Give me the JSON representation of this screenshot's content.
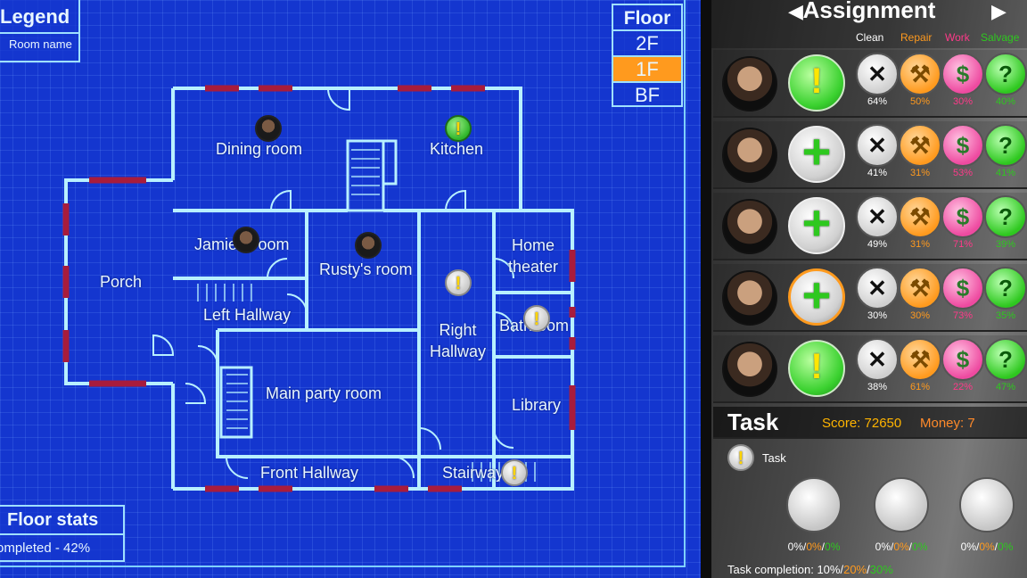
{
  "legend": {
    "title": "Legend",
    "subtitle": "Room name"
  },
  "floor_selector": {
    "title": "Floor",
    "floors": [
      {
        "label": "2F",
        "selected": false
      },
      {
        "label": "1F",
        "selected": true
      },
      {
        "label": "BF",
        "selected": false
      }
    ]
  },
  "floor_stats": {
    "title": "Floor stats",
    "completed": "ompleted - 42%"
  },
  "rooms": {
    "dining": "Dining room",
    "kitchen": "Kitchen",
    "jamie": "Jamie's room",
    "rusty": "Rusty's room",
    "porch": "Porch",
    "left_hallway": "Left Hallway",
    "home_theater": "Home\ntheater",
    "right_hallway": "Right\nHallway",
    "bathroom": "Bathroom",
    "main_party": "Main party room",
    "library": "Library",
    "front_hallway": "Front Hallway",
    "stairway": "Stairway"
  },
  "assignment": {
    "title": "Assignment",
    "prev_icon": "left-arrow-icon",
    "next_icon": "right-arrow-icon",
    "categories": {
      "clean": "Clean",
      "repair": "Repair",
      "work": "Work",
      "salvage": "Salvage"
    },
    "colors": {
      "clean": "#ffffff",
      "repair": "#ff9a1e",
      "work": "#ff3a8a",
      "salvage": "#2ec81f"
    },
    "characters": [
      {
        "action": "alert",
        "clean": "64%",
        "repair": "50%",
        "work": "30%",
        "salvage": "40%"
      },
      {
        "action": "add",
        "clean": "41%",
        "repair": "31%",
        "work": "53%",
        "salvage": "41%"
      },
      {
        "action": "add",
        "clean": "49%",
        "repair": "31%",
        "work": "71%",
        "salvage": "39%"
      },
      {
        "action": "add",
        "clean": "30%",
        "repair": "30%",
        "work": "73%",
        "salvage": "35%"
      },
      {
        "action": "alert",
        "clean": "38%",
        "repair": "61%",
        "work": "22%",
        "salvage": "47%"
      }
    ]
  },
  "task": {
    "title": "Task",
    "score_label": "Score: 72650",
    "money_label": "Money: 7",
    "task_label": "Task",
    "slots": [
      {
        "a": "0%",
        "b": "0%",
        "c": "0%"
      },
      {
        "a": "0%",
        "b": "0%",
        "c": "0%"
      },
      {
        "a": "0%",
        "b": "0%",
        "c": "0%"
      }
    ],
    "completion": {
      "prefix": "Task completion: ",
      "a": "10%",
      "b": "20%",
      "c": "30%"
    }
  }
}
